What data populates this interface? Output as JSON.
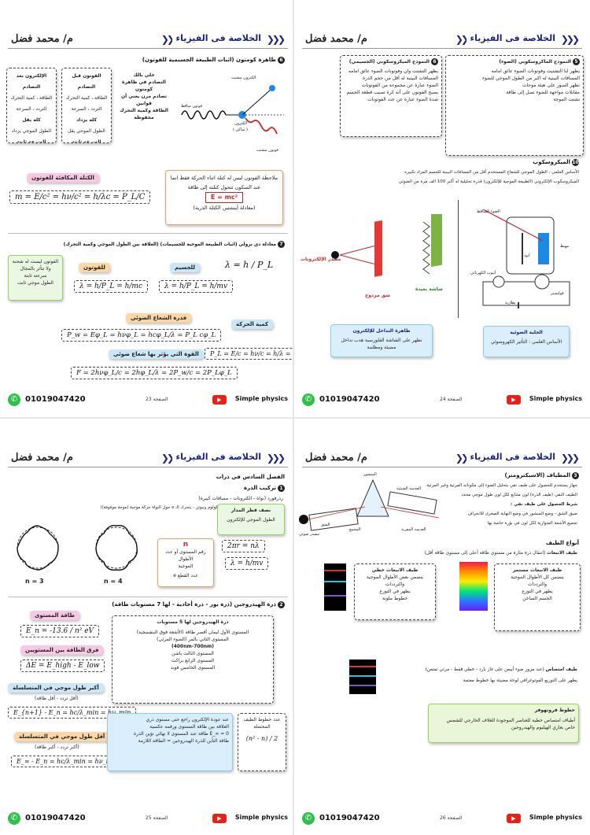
{
  "common": {
    "teacher": "م/ محمد فضل",
    "subject": "الخلاصة فى الفيزياء",
    "chevrons": "❯❯❯",
    "phone": "01019047420",
    "brand": "Simple physics",
    "page_word": "الصفحة"
  },
  "page23": {
    "number": "23",
    "section6": "ظاهرة كومتون (اثبات الطبيعة الجسيمية للفوتون)",
    "before_box": [
      "الفوتون قبل التصادم",
      "الطاقة ، كمية التحرك",
      "التردد ، السرعة",
      "كله يزداد",
      "الطول الموجي يقل",
      "السرعة ثابتة"
    ],
    "after_box": [
      "الإلكترون بعد التصادم",
      "الطاقة ، كمية التحرك",
      "التردد ، السرعة",
      "كله يقل",
      "الطول الموجي يزداد",
      "السرعة ثابتة"
    ],
    "compton_note": [
      "خلي بالك",
      "التصادم في ظاهرة كومتون",
      "تصادم مرن يعني أن قوانين",
      "الطاقة وكمية التحرك",
      "محفوظة"
    ],
    "diagram_labels": [
      "الكترون مشتت",
      "فوتون ساقط",
      "الكترون",
      "( ساكن )",
      "فوتون مشتت"
    ],
    "equiv_mass_title": "الكتلة المكافئة للفوتون",
    "equiv_mass_formula": "m = E/c² = hν/c² = h/λc = P_L/C",
    "photon_note": [
      "ملاحظة الفوتون ليس له كتلة اثناء الحركة فقط انما",
      "عند السكون تتحول كتلته إلى طاقة",
      "E = mc²",
      "(معادلة أينشتين الكتلة الذرية)"
    ],
    "section7": "معادلة دي برولي (اثبات الطبيعة الموجية للجسيمات) (العلاقة بين الطول الموجي وكمية التحرك)",
    "debroglie": "λ = h / P_L",
    "photon_label": "للفوتون",
    "photon_formula": "λ = h/P_L = h/mc",
    "particle_label": "للجسيم",
    "particle_formula": "λ = h/P_L = h/mv",
    "side_note": [
      "الفوتون ليست له شحنة",
      "ولا تتأثر بالمجال",
      "سرعته ثابتة",
      "الطول موجي ثابت"
    ],
    "power_label": "قدرة الشعاع الضوئي",
    "power_formula": "P_w = Eφ_L = hνφ_L = hcφ_L/λ = P_L cφ_L",
    "force_label": "القوة التي يؤثر بها شعاع ضوئي",
    "force_formula": "F = 2hνφ_L/c = 2hφ_L/λ = 2P_w/c = 2P_Lφ_L",
    "momentum_label": "كمية الحركة",
    "momentum_formula": "P_L = E/c = hν/c = h/λ = mc"
  },
  "page24": {
    "number": "24",
    "box5_title": "النموذج الماكروسكوبي (الضوء)",
    "box5_lines": [
      "يظهر لنا التشتيت وفوتونات الضوء عائق امامه",
      "المسافات البينية له اكبر من الطول الموجي للضوء",
      "تظهر الصور على هيئة موجات",
      "مقابلات مواجهة للضوء تصل إلى طاقة",
      "تشتت الموجة"
    ],
    "box6_title": "النموذج الميكروسكوبي (الجسيمي)",
    "box6_lines": [
      "يظهر التشتت وان وفوتونات الضوء عائق امامه",
      "المسافات البينية له أقل من حجم الذرة",
      "الضوء عبارة عن مجموعة من الفوتونات",
      "يصبح الفوتون على أنه كرة تصيب قطعة الجسم",
      "شدة الضوء عبارة عن عدد الفوتونات"
    ],
    "microscope_title": "الميكروسكوب",
    "microscope_l1": "الأساس العلمي : الطول الموجي للشعاع المستخدم أقل من المسافات البينية للجسم المراد تكبيره",
    "microscope_l2": "الميكروسكوب الإلكتروني (الطبيعة الموجية للإلكترون) قدرة تحليلية له أكبر 100 الف مرة من الضوئي",
    "diagram_labels": [
      "الضوء الساقط",
      "مصدر الإلكترونات",
      "شق مزدوج",
      "شاشة بعيدة",
      "مهبط",
      "أنبوب الكهربائي",
      "أنود",
      "فولتميتر",
      "بطارية"
    ],
    "cell_title": "الخلية الضوئية",
    "cell_text": "الأساس العلمي : التأثير الكهروضوئي",
    "interf_title": "ظاهرة التداخل للإلكترون",
    "interf_text": "تظهر على الشاشة الفلورسية هدب تداخل مضيئة ومظلمة"
  },
  "page25": {
    "number": "25",
    "chapter": "الفصل السادس في ذرات",
    "s1": "تركيب الذرة",
    "rutherford": "رذرفورد (نواة - الكترونات - مسافات كبيرة)",
    "bohr": "بور : (عند انتقال الـ e - تطبيق قوانين كولوم ونيوتن - يتحرك الـ e حول النواة حركة موجية (موجة موقوفة))",
    "orbit_label": "نصف قطر المدار",
    "orbit_text": "الطول الموجي للإلكترون",
    "n_symbol": "n",
    "n_desc": [
      "رقم المستوى أو عدد الأطوال",
      "الموجية"
    ],
    "n_count": "عدد القطع e",
    "orbit_f1": "2πr = nλ",
    "orbit_f2": "λ = h/mv",
    "n3": "n = 3",
    "n4": "n = 4",
    "s2": "ذرة الهيدروجين (ذرة بور - ذرة أحادية - لها 7 مستويات طاقة)",
    "energy_label": "طاقة المستوى",
    "energy_formula": "E_n = -13.6 / n²  eV",
    "diff_label": "فرق الطاقة بين المستويين",
    "diff_formula": "ΔE = E_high - E_low",
    "series_title": "ذرة الهيدروجين لها 5 مستويات",
    "series_lines": [
      "المستوى الأول ليمان أقصر طاقة (الأشعة فوق البنفسجية)",
      "المستوى الثاني بالمر (الضوء المرئي)",
      "(400nm-700nm)",
      "المستوى الثالث باشن",
      "المستوى الرابع براكت",
      "المستوى الخامس فوند"
    ],
    "long_label": "أكبر طول موجي في المتسلسلة",
    "long_sub": "(أقل تردد - أقل طاقة)",
    "long_formula": "E_{n+1} - E_n = hc/λ_min = hν_min",
    "short_label": "أقل طول موجي في المتسلسلة",
    "short_sub": "(أكبر تردد - أكبر طاقة)",
    "short_formula": "E_∞ - E_n = hc/λ_min = hν_max",
    "ground_lines": [
      "عند عودة الإلكترون راجع حتى مستوى ذري",
      "العلاقة بين طاقة المستوى ورقمه عكسية",
      "E_∞ = 0 طاقة عند المستوى لا نهائي تؤين الذرة",
      "طاقة التأين للذرة الهيدروجين = الطاقة اللازمة"
    ],
    "lines_label": "عدد خطوط الطيف المحتملة",
    "lines_formula": "(n² - n) / 2"
  },
  "page26": {
    "number": "26",
    "spectro_title": "المطياف (الاسبكترومتر)",
    "spectro_l1": "جهاز يستخدم للحصول على طيف نقي بتحليل الضوء إلى مكوناته المرئية وغير المرئية",
    "spectro_l2": "الطيف النقي (طيف الذرة) لون متتابع لكل لون طول موجي محدد",
    "spectro_l3": "شرط الحصول على طيف نقي :",
    "spectro_l4": "ضيق الشق - وضع المنشور في وضع النهاية الصغرى للانحراف",
    "spectro_l5": "تجميع الأشعة المتوازية لكل لون في بؤرة خاصة بها",
    "diagram_labels": [
      "مصدر ضوئي",
      "المنشور",
      "العدسة الشيئية",
      "الشق",
      "المجمع",
      "العدسة المقربة"
    ],
    "types_title": "أنواع الطيف",
    "emission_title": "طيف الانبعاث",
    "emission_desc": "(انتقال ذرة مثارة من مستوى طاقة أعلى إلى مستوى طاقة أقل)",
    "continuous_box": [
      "طيف الانبعاث مستمر",
      "يتضمن كل الأطوال الموجية",
      "والترددات",
      "يظهر في التوزع",
      "الجسم الساخن"
    ],
    "line_box": [
      "طيف الانبعاث خطي",
      "يتضمن بعض الأطوال الموجية",
      "والترددات",
      "يظهر في التوزع",
      "خطوط ملونة"
    ],
    "absorption_title": "طيف امتصاص",
    "absorption_desc": "(عند مرور ضوء أبيض على غاز بارد - خطي فقط - مرئي تمتص)",
    "absorption_note": "يظهر على التوزيع الفوتوغرافي لوحة مضيئة بها خطوط معتمة",
    "fraunhofer_title": "خطوط فرونهوفر",
    "fraunhofer_l1": "أطياف امتصاص خطية للعناصر الموجودة للغلاف الخارجي للشمس",
    "fraunhofer_l2": "خاص بغازي الهيليوم والهيدروجين"
  }
}
